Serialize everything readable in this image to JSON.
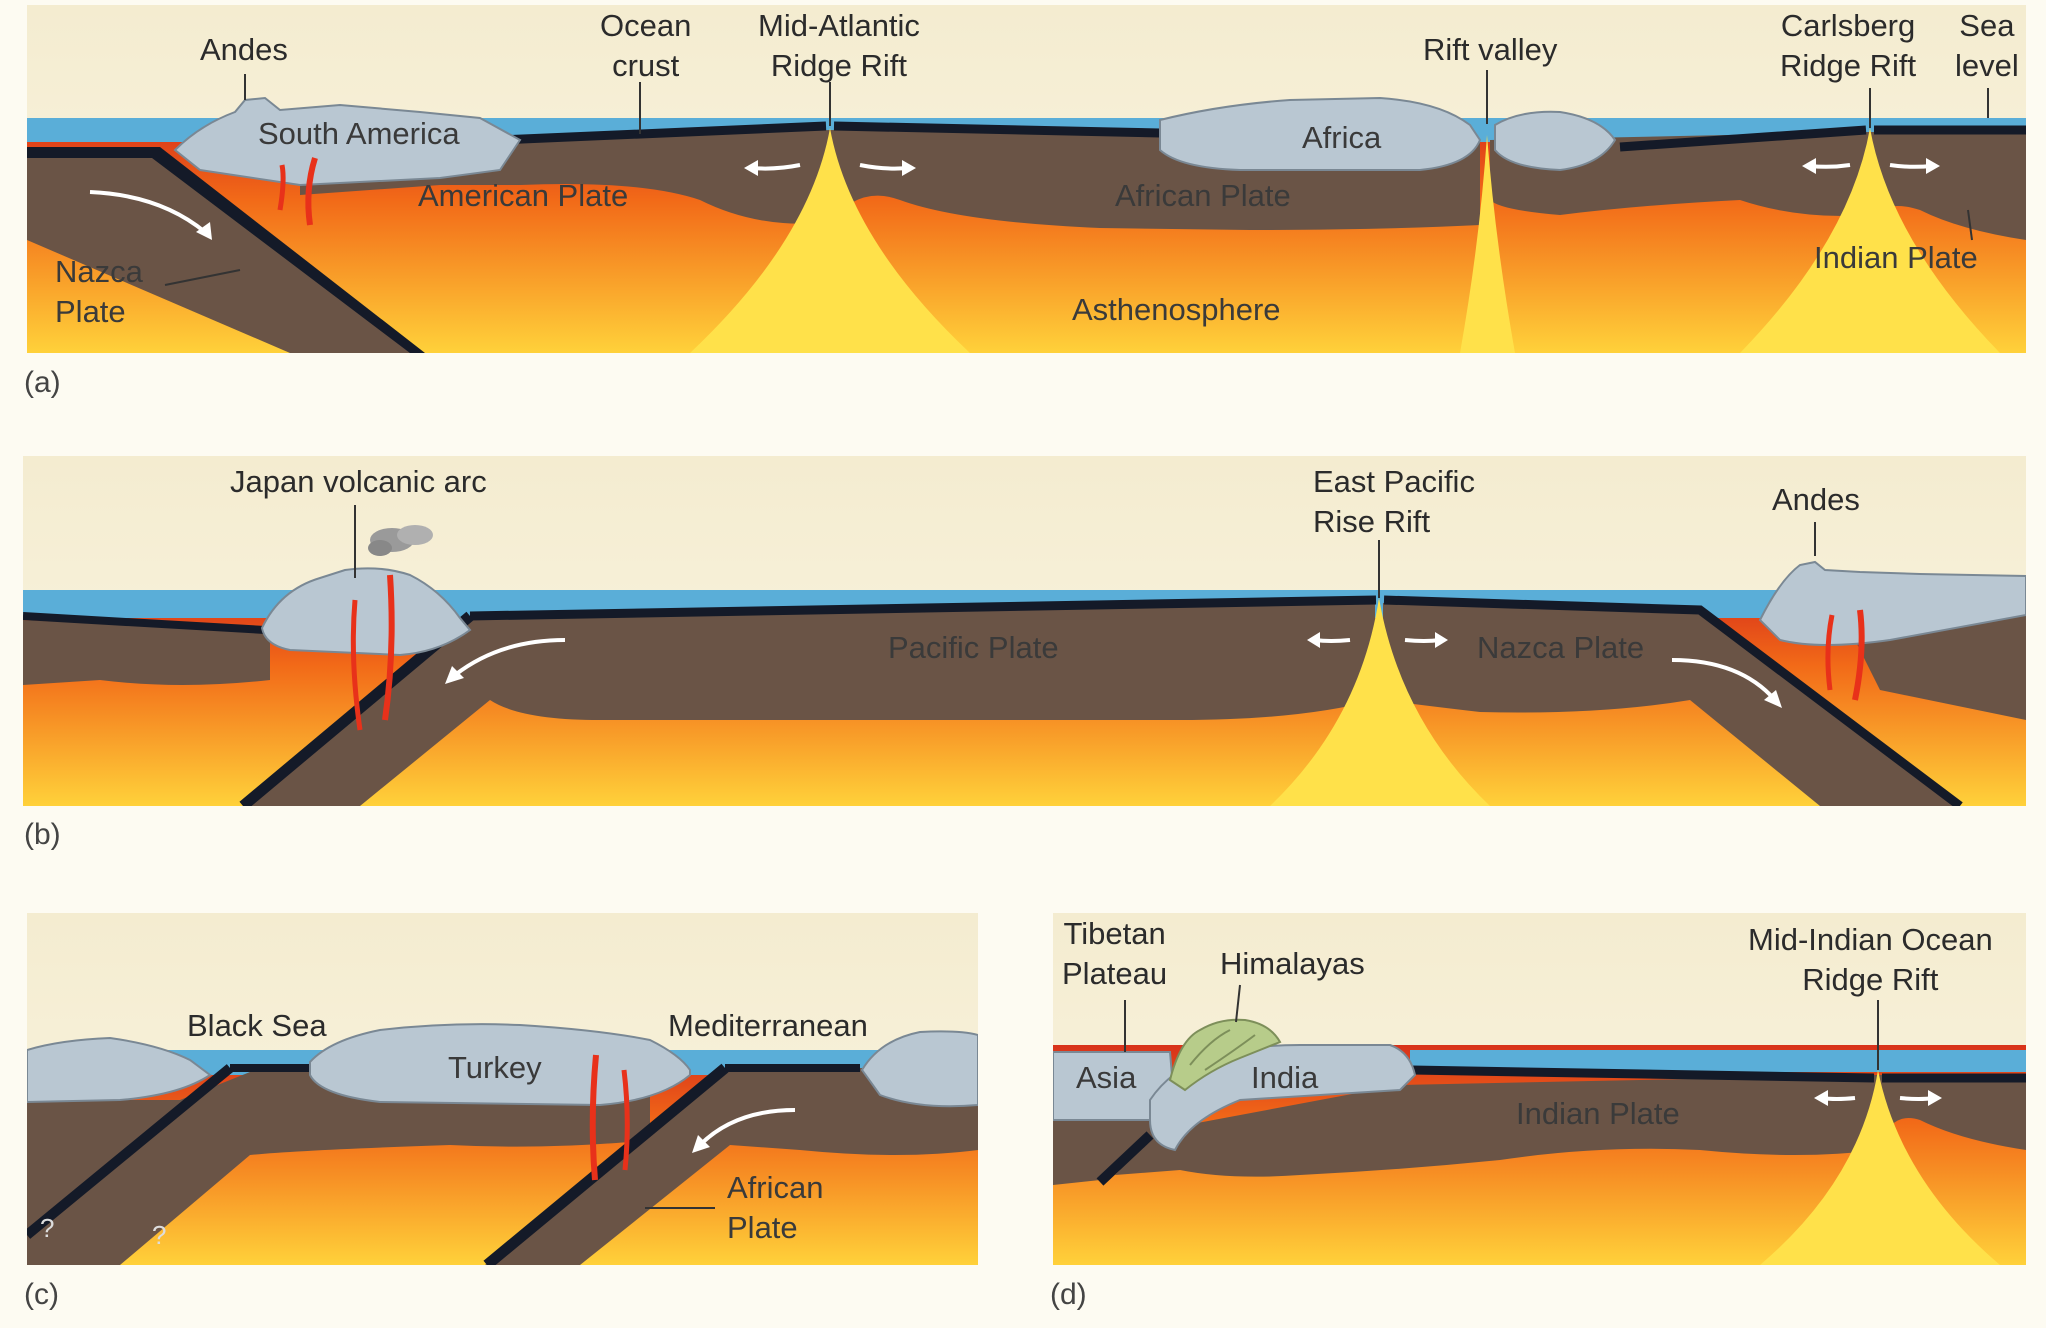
{
  "panels": {
    "a": {
      "letter": "(a)",
      "andes": "Andes",
      "ocean_crust": "Ocean\ncrust",
      "mid_atlantic": "Mid-Atlantic\nRidge Rift",
      "rift_valley": "Rift valley",
      "carlsberg": "Carlsberg\nRidge Rift",
      "sea_level": "Sea\nlevel",
      "south_america": "South America",
      "africa": "Africa",
      "american_plate": "American Plate",
      "african_plate": "African Plate",
      "nazca_plate": "Nazca\nPlate",
      "asthenosphere": "Asthenosphere",
      "indian_plate": "Indian Plate"
    },
    "b": {
      "letter": "(b)",
      "japan": "Japan volcanic arc",
      "east_pacific": "East Pacific\nRise Rift",
      "andes": "Andes",
      "pacific_plate": "Pacific Plate",
      "nazca_plate": "Nazca Plate"
    },
    "c": {
      "letter": "(c)",
      "black_sea": "Black Sea",
      "mediterranean": "Mediterranean",
      "turkey": "Turkey",
      "african_plate": "African\nPlate",
      "question": "?"
    },
    "d": {
      "letter": "(d)",
      "tibetan": "Tibetan\nPlateau",
      "himalayas": "Himalayas",
      "mid_indian": "Mid-Indian Ocean\nRidge Rift",
      "asia": "Asia",
      "india": "India",
      "indian_plate": "Indian Plate"
    }
  },
  "colors": {
    "sea": "#5aaed8",
    "land": "#b9c7d2",
    "plate": "#6a5446",
    "crust": "#141a28",
    "mantle_top": "#e03a16",
    "mantle_bottom": "#ffd23a",
    "magma": "#ffe34a",
    "sky": "#f7efcf",
    "himalaya": "#b7cc8a"
  }
}
